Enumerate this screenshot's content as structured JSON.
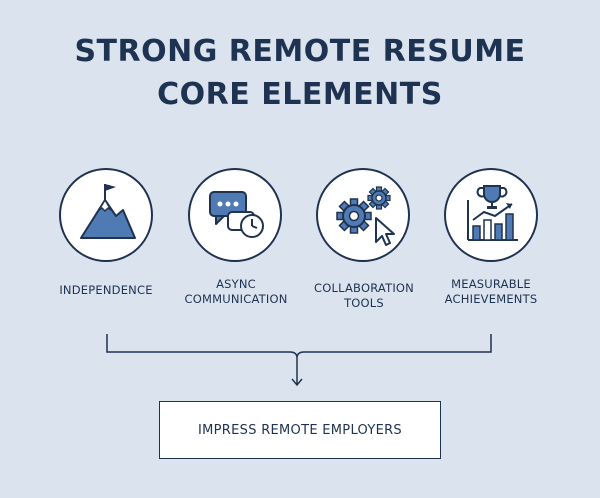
{
  "title": {
    "line1": "STRONG REMOTE RESUME",
    "line2": "CORE ELEMENTS"
  },
  "elements": [
    {
      "label_line1": "INDEPENDENCE",
      "label_line2": "",
      "icon": "mountain-flag-icon"
    },
    {
      "label_line1": "ASYNC",
      "label_line2": "COMMUNICATION",
      "icon": "chat-clock-icon"
    },
    {
      "label_line1": "COLLABORATION",
      "label_line2": "TOOLS",
      "icon": "gears-cursor-icon"
    },
    {
      "label_line1": "MEASURABLE",
      "label_line2": "ACHIEVEMENTS",
      "icon": "trophy-chart-icon"
    }
  ],
  "result": {
    "label": "IMPRESS REMOTE EMPLOYERS"
  },
  "colors": {
    "background": "#dbe3ee",
    "ink": "#1f3350",
    "accent": "#4f7ab3",
    "light_accent": "#b9cce4"
  }
}
